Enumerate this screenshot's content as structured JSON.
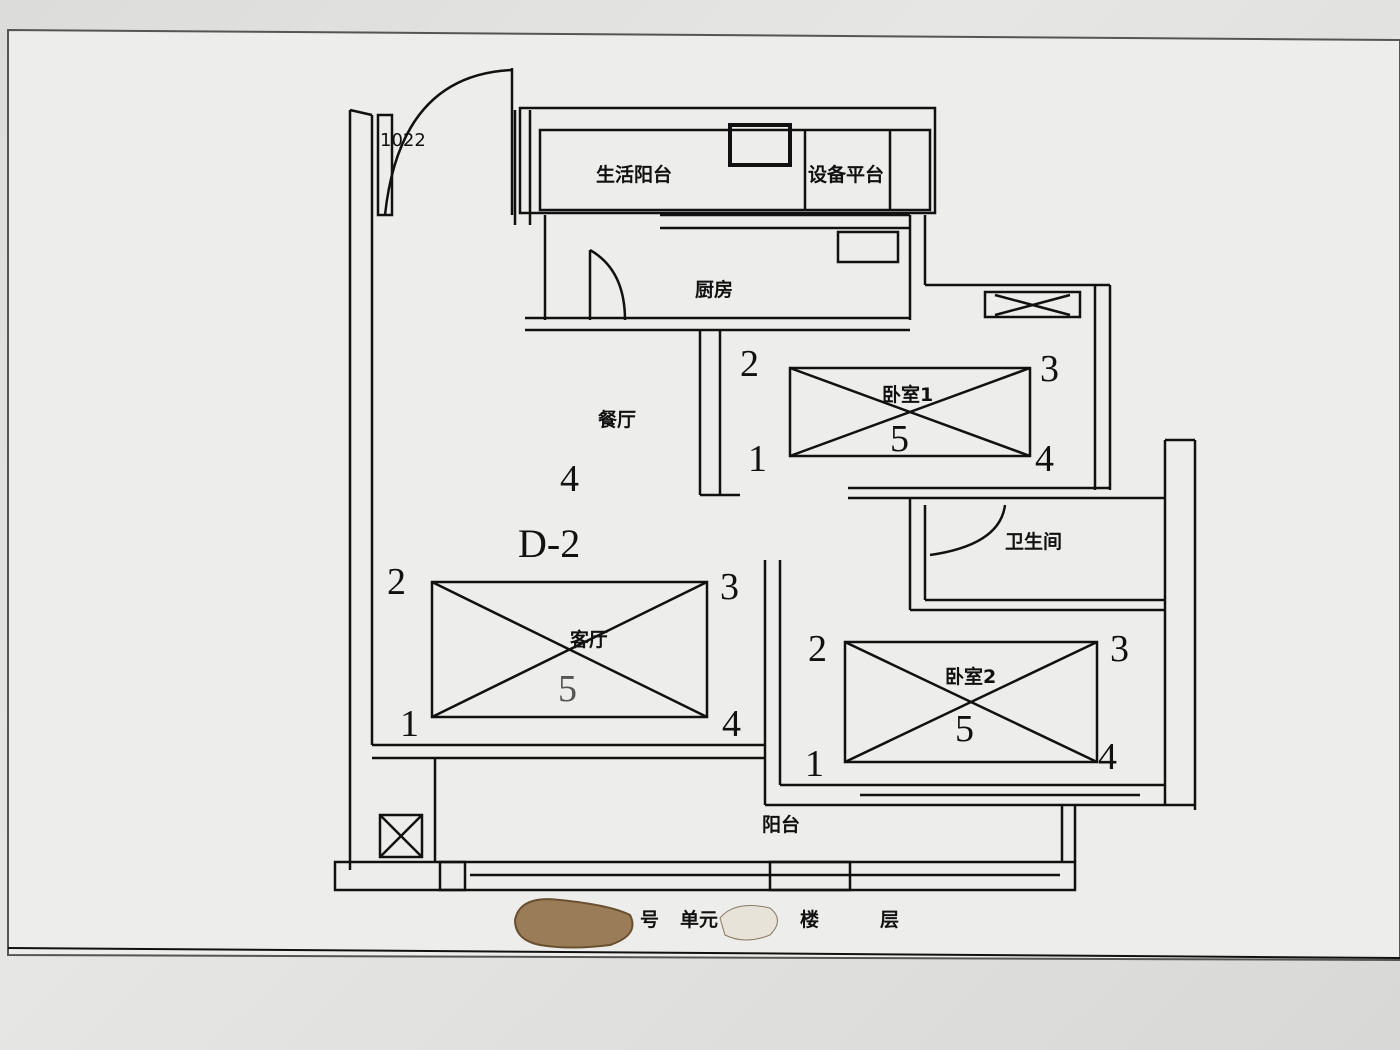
{
  "plan_code": "D-2",
  "door_tag": "1022",
  "rooms": {
    "service_balcony": "生活阳台",
    "equipment_platform": "设备平台",
    "kitchen": "厨房",
    "dining": "餐厅",
    "bedroom1": "卧室1",
    "bedroom2": "卧室2",
    "living": "客厅",
    "bathroom": "卫生间",
    "balcony": "阳台"
  },
  "markers": {
    "dining_num": "4",
    "bed1": [
      "2",
      "3",
      "1",
      "4",
      "5"
    ],
    "living": [
      "2",
      "3",
      "1",
      "4",
      "5"
    ],
    "bed2": [
      "2",
      "3",
      "1",
      "4",
      "5"
    ]
  },
  "footer_parts": [
    "号",
    "单元",
    "楼",
    "层"
  ]
}
